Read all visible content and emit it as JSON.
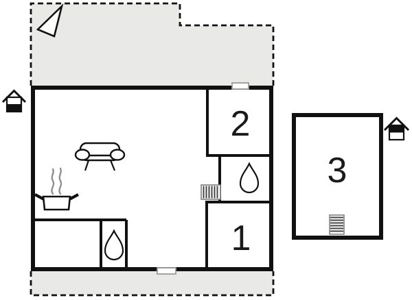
{
  "page": {
    "background": "#ffffff"
  },
  "colors": {
    "terrace": "#e9e9e7",
    "wall": "#111111",
    "water_drop": "#b5edef",
    "steam": "#909090",
    "window_border": "#9a9a9a",
    "label_ink": "#1a1a1a"
  },
  "rooms": [
    {
      "id": "room-1",
      "label": "1"
    },
    {
      "id": "room-2",
      "label": "2"
    },
    {
      "id": "room-3",
      "label": "3"
    }
  ],
  "icons": {
    "north_arrow": "north-arrow",
    "entrance_left": "entrance-house",
    "entrance_right": "entrance-house",
    "sofa": "sofa",
    "stove": "cooking-pot-with-steam",
    "radiator": "radiator",
    "stairs": "staircase",
    "water_drop_top": "water-drop",
    "water_drop_bottom": "water-drop"
  },
  "counts": {
    "windows": 2,
    "terraces": 2,
    "water_drops": 2
  }
}
